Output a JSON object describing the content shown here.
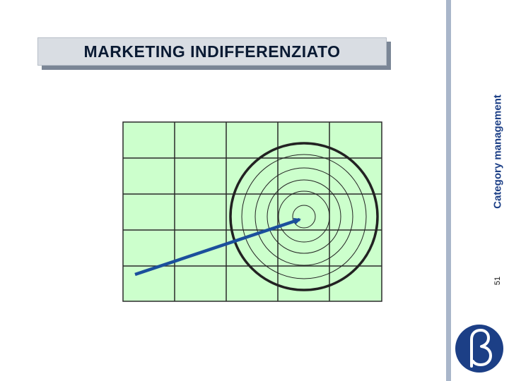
{
  "slide": {
    "title": "MARKETING INDIFFERENZIATO",
    "vertical_label": "Category management",
    "page_number": "51"
  },
  "diagram": {
    "grid": {
      "rows": 5,
      "columns": 5,
      "fill_color": "#ccffcc",
      "line_color": "#2a2a2a"
    },
    "target": {
      "ring_count": 6,
      "outer_ring_color": "#111111"
    },
    "arrow": {
      "color": "#1b4f9c"
    }
  },
  "colors": {
    "accent_bar": "#a9b6ca",
    "logo_background": "#1c3f86",
    "title_text": "#0a1a33"
  },
  "logo": {
    "icon": "beta-logo-icon"
  }
}
